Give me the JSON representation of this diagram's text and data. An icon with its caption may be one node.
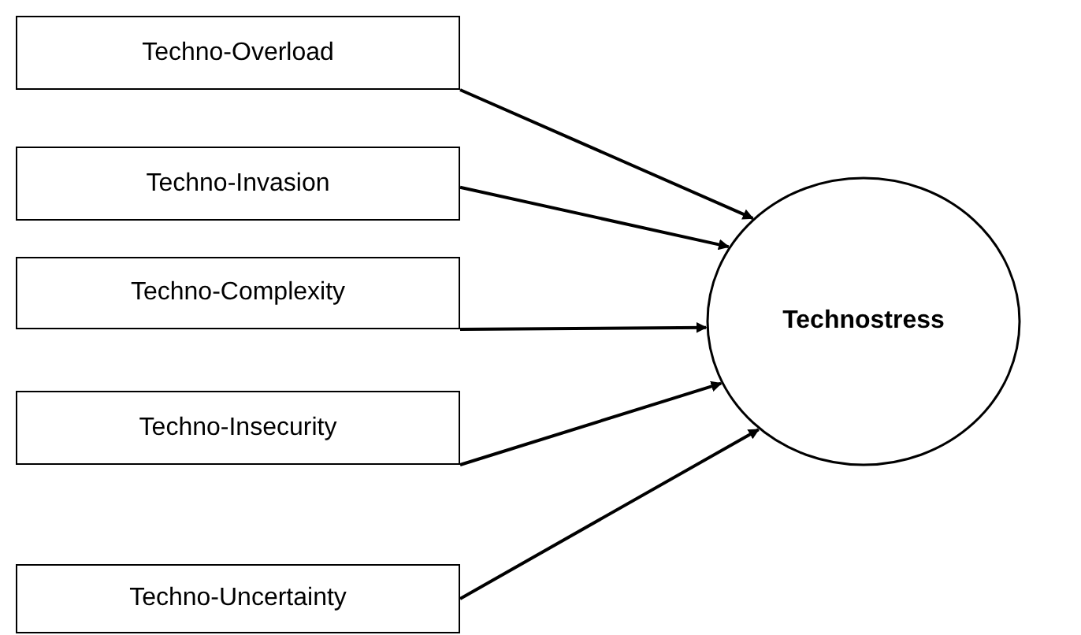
{
  "diagram": {
    "nodes": [
      {
        "text": [
          "Techno-Overload"
        ]
      },
      {
        "text": [
          "Techno-Invasion"
        ]
      },
      {
        "text": [
          "Techno-Complexity"
        ]
      },
      {
        "text": [
          "Techno-Insecurity"
        ]
      },
      {
        "text": [
          "Techno-Uncertainty"
        ]
      },
      {
        "text": [
          "Technostress"
        ]
      }
    ],
    "edges": [
      {
        "from": 0,
        "to": 5,
        "arrow": "to"
      },
      {
        "from": 1,
        "to": 5,
        "arrow": "to"
      },
      {
        "from": 2,
        "to": 5,
        "arrow": "to"
      },
      {
        "from": 3,
        "to": 5,
        "arrow": "to"
      },
      {
        "from": 4,
        "to": 5,
        "arrow": "to"
      }
    ]
  }
}
